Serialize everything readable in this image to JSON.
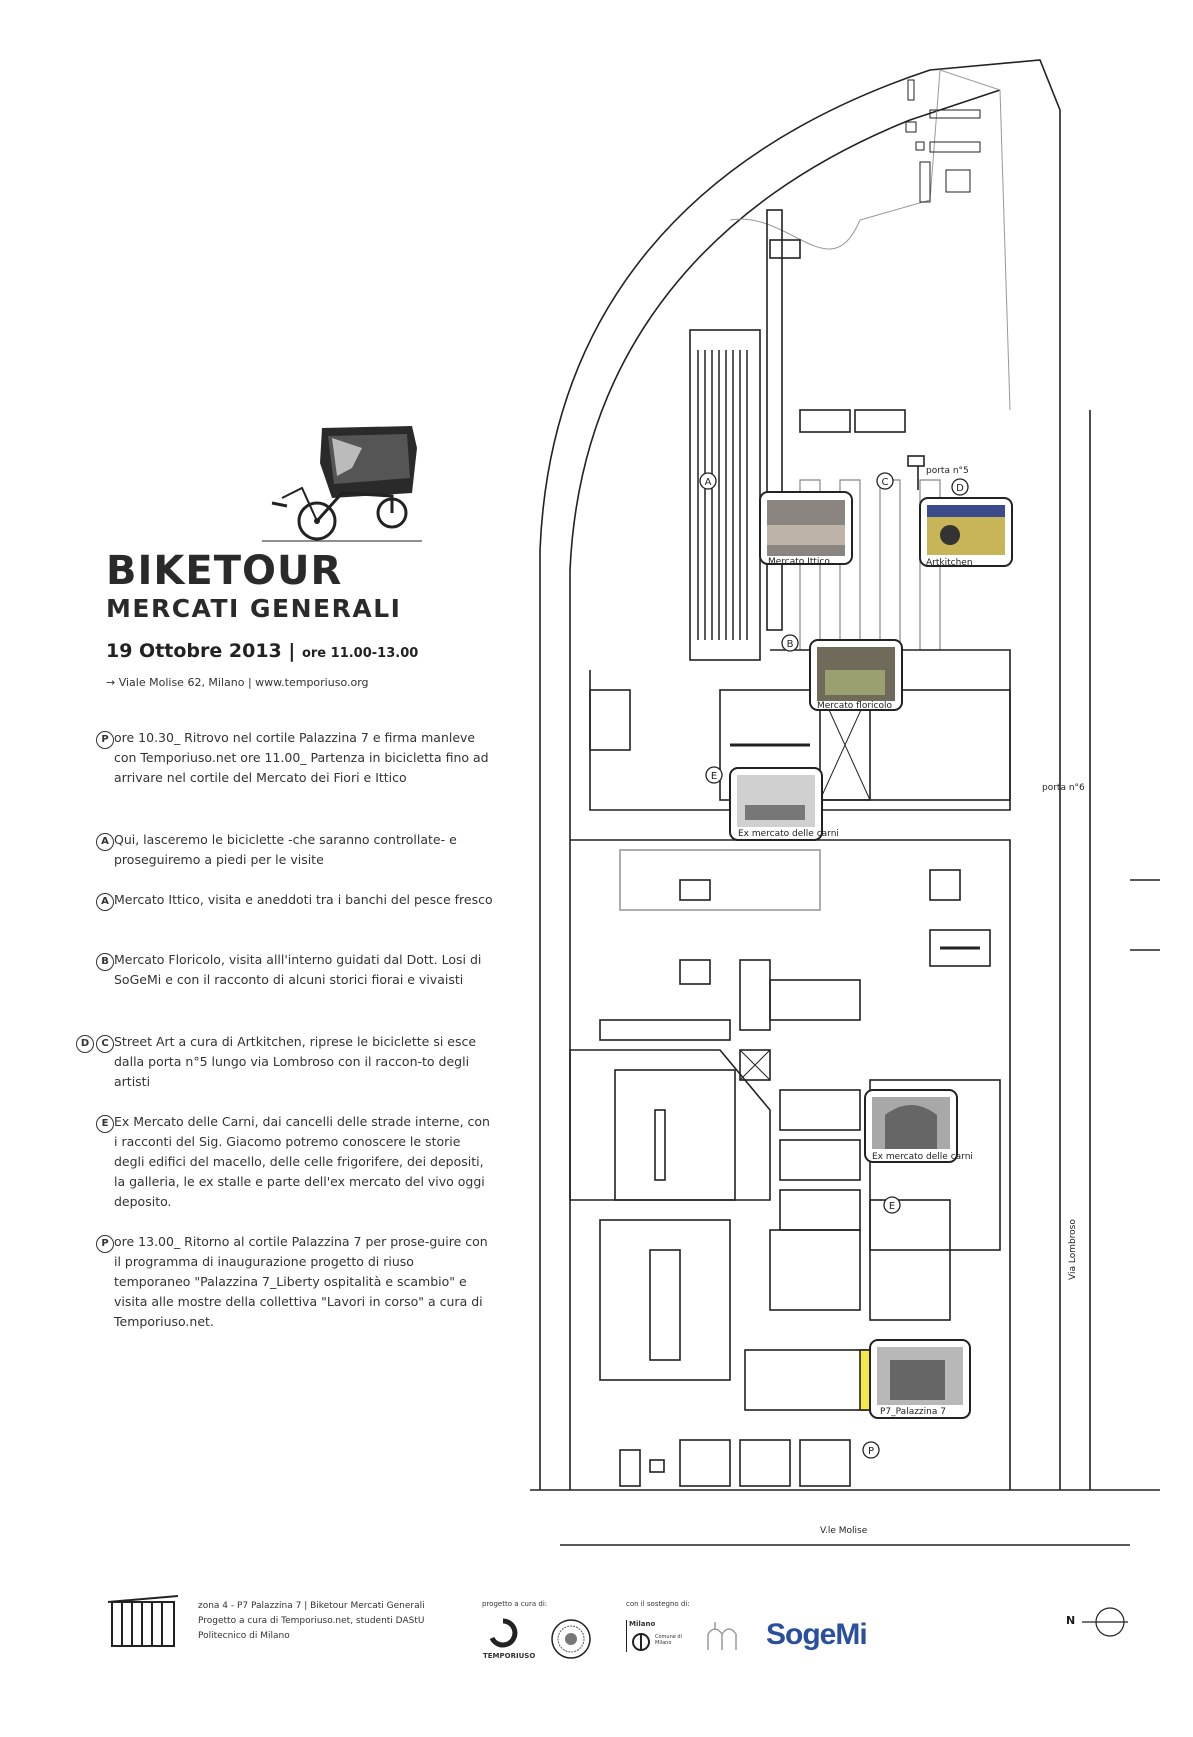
{
  "header": {
    "title_line1": "BIKETOUR",
    "title_line2": "MERCATI GENERALI",
    "date": "19 Ottobre 2013 |",
    "hours": "ore 11.00-13.00",
    "address": "→ Viale Molise 62, Milano | www.temporiuso.org"
  },
  "itinerary": [
    {
      "markers": [
        "P"
      ],
      "text": "ore 10.30_ Ritrovo nel cortile Palazzina 7 e firma manleve con Temporiuso.net ore 11.00_ Partenza in bicicletta fino ad arrivare nel cortile del Mercato dei Fiori e Ittico"
    },
    {
      "markers": [
        "A"
      ],
      "text": "Qui, lasceremo le biciclette -che saranno controllate- e proseguiremo a piedi per le visite"
    },
    {
      "markers": [
        "A"
      ],
      "text": "Mercato Ittico, visita e aneddoti tra i banchi del pesce fresco"
    },
    {
      "markers": [
        "B"
      ],
      "text": "Mercato Floricolo, visita alll'interno guidati dal Dott. Losi di SoGeMi e con il racconto di alcuni storici fiorai e vivaisti"
    },
    {
      "markers": [
        "D",
        "C"
      ],
      "text": "Street Art a cura di Artkitchen, riprese le biciclette si esce dalla porta n°5 lungo via Lombroso con il raccon-to degli artisti"
    },
    {
      "markers": [
        "E"
      ],
      "text": "Ex Mercato delle Carni, dai cancelli delle strade interne, con i racconti del Sig. Giacomo potremo conoscere le storie degli edifici del macello, delle celle frigorifere, dei depositi, la galleria, le ex stalle e parte dell'ex mercato del vivo oggi deposito."
    },
    {
      "markers": [
        "P"
      ],
      "text": "ore 13.00_ Ritorno al cortile Palazzina 7 per prose-guire con il programma di inaugurazione progetto di riuso temporaneo \"Palazzina 7_Liberty ospitalità e scambio\" e visita alle mostre della collettiva \"Lavori in corso\" a cura di Temporiuso.net."
    }
  ],
  "map": {
    "markers": [
      "A",
      "B",
      "C",
      "D",
      "E",
      "E",
      "P"
    ],
    "photo_captions": [
      "Mercato Ittico",
      "Artkitchen",
      "Mercato floricolo",
      "Ex mercato delle carni",
      "Ex mercato delle carni",
      "P7_Palazzina 7"
    ],
    "gate5": "porta n°5",
    "gate6": "porta n°6",
    "street_east": "Via Lombroso",
    "street_south": "V.le Molise",
    "north": "N"
  },
  "footer": {
    "line1": "zona 4 - P7 Palazzina 7 | Biketour Mercati Generali",
    "line2": "Progetto a cura di Temporiuso.net, studenti DAStU",
    "line3": "Politecnico di Milano",
    "curated_by": "progetto a cura di:",
    "support": "con il sostegno di:",
    "temporiuso": "TEMPORIUSO",
    "milano": "Milano",
    "comune": "Comune di Milano",
    "sogemi": "SogeMi"
  },
  "colors": {
    "highlight": "#f5e84a",
    "ink": "#222222",
    "sogemi": "#2a4f9e"
  }
}
